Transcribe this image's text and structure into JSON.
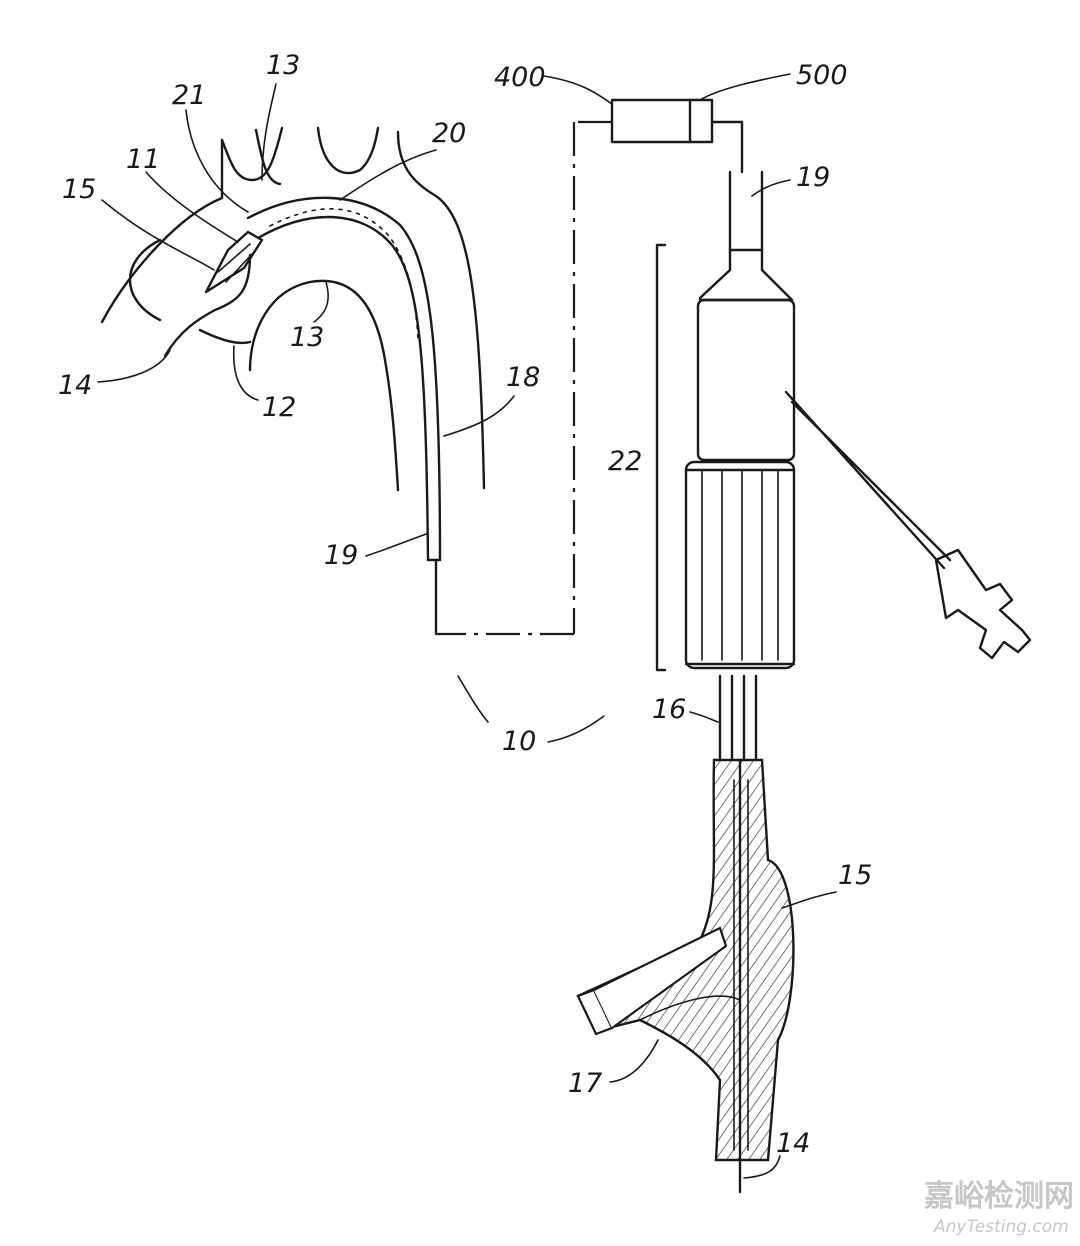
{
  "labels": {
    "l400": "400",
    "l500": "500",
    "l13_top": "13",
    "l21": "21",
    "l20": "20",
    "l11": "11",
    "l15_top": "15",
    "l19_right": "19",
    "l13_mid": "13",
    "l14_left": "14",
    "l12": "12",
    "l18": "18",
    "l22": "22",
    "l19_left": "19",
    "l16": "16",
    "l10": "10",
    "l15_bottom": "15",
    "l17": "17",
    "l14_bottom": "14"
  },
  "watermark": {
    "chinese": "嘉峪检测网",
    "english": "AnyTesting.com"
  },
  "colors": {
    "line": "#1a1a1a",
    "hatch": "#3a3a3a",
    "watermark": "#c7c7c7"
  }
}
